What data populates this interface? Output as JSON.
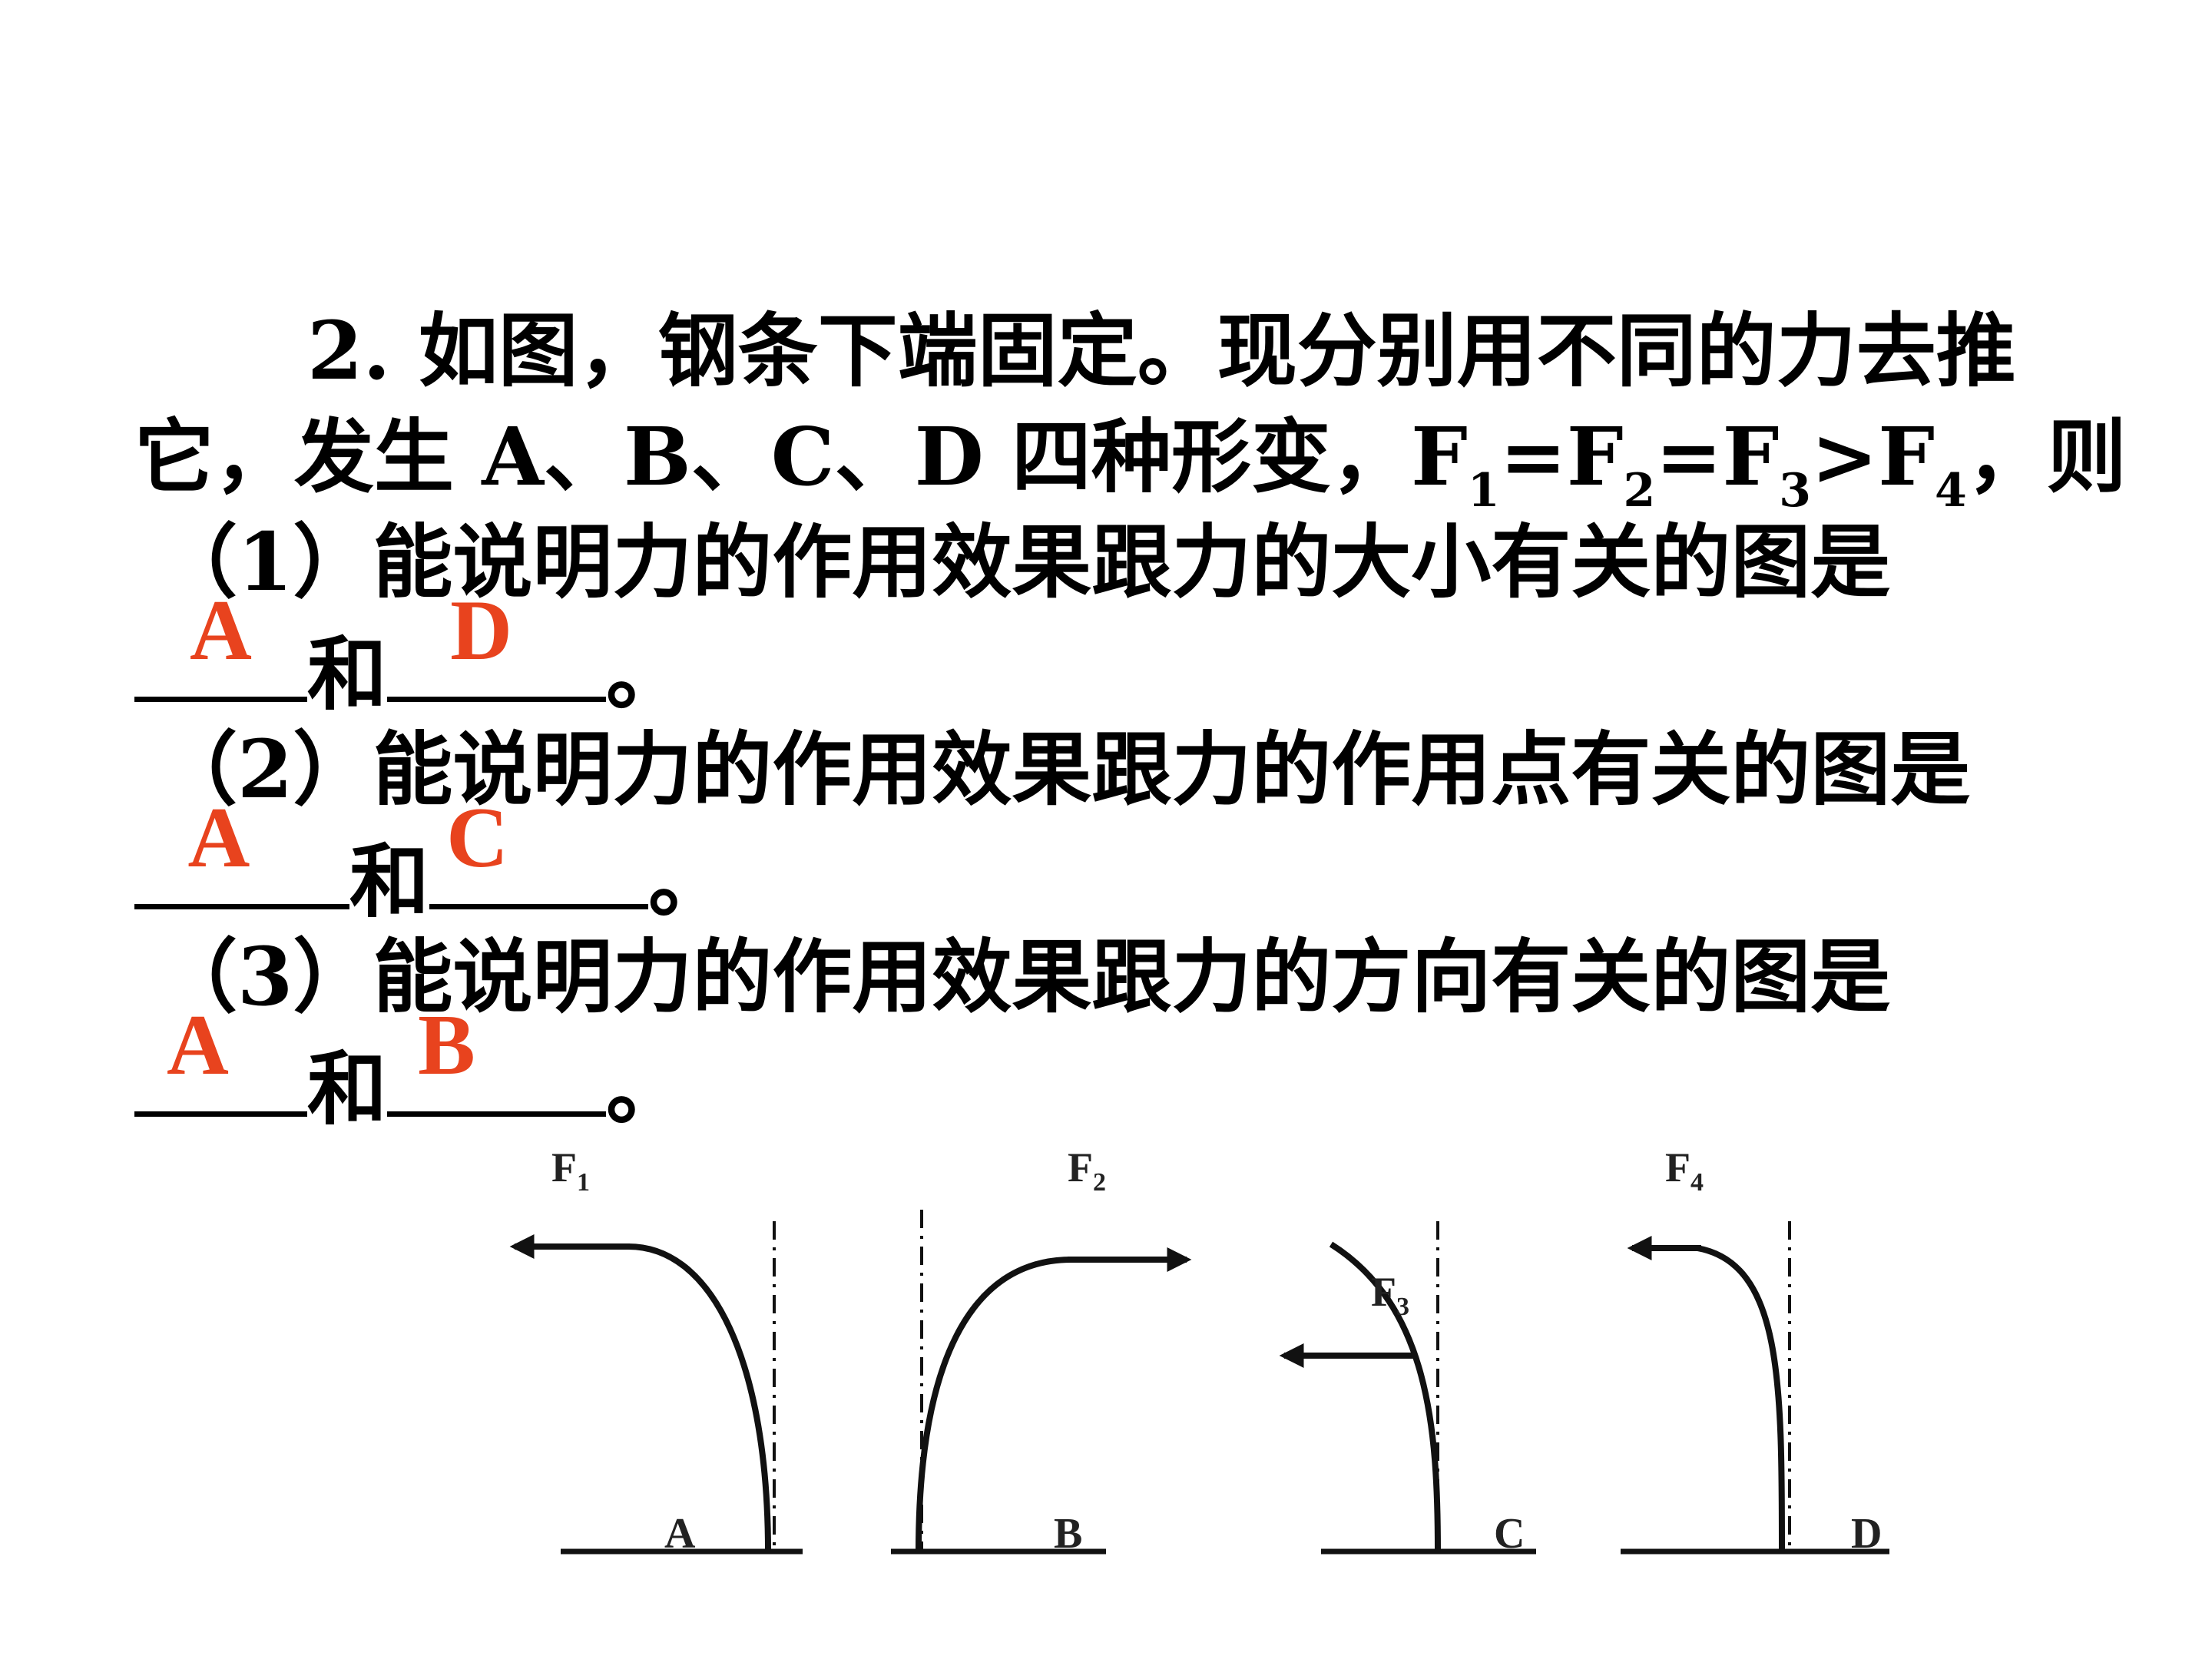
{
  "question": {
    "line1": "2. 如图，钢条下端固定。现分别用不同的力去推",
    "line2": "它，发生 A、B、C、D 四种形变，F",
    "line2_eq": "=F",
    "line2_gt": ">F",
    "line2_end": "，则",
    "sub1": "1",
    "sub2": "2",
    "sub3": "3",
    "sub4": "4",
    "q1": "（1）能说明力的作用效果跟力的大小有关的图是",
    "q2": "（2）能说明力的作用效果跟力的作用点有关的图是",
    "q3": "（3）能说明力的作用效果跟力的方向有关的图是",
    "connector": "和",
    "period": "。"
  },
  "answers": {
    "q1": [
      "A",
      "D"
    ],
    "q2": [
      "A",
      "C"
    ],
    "q3": [
      "A",
      "B"
    ]
  },
  "answer_color": "#e8431e",
  "figure": {
    "panels": [
      {
        "label": "A",
        "force": "F",
        "force_sub": "1"
      },
      {
        "label": "B",
        "force": "F",
        "force_sub": "2"
      },
      {
        "label": "C",
        "force": "F",
        "force_sub": "3"
      },
      {
        "label": "D",
        "force": "F",
        "force_sub": "4"
      }
    ]
  }
}
